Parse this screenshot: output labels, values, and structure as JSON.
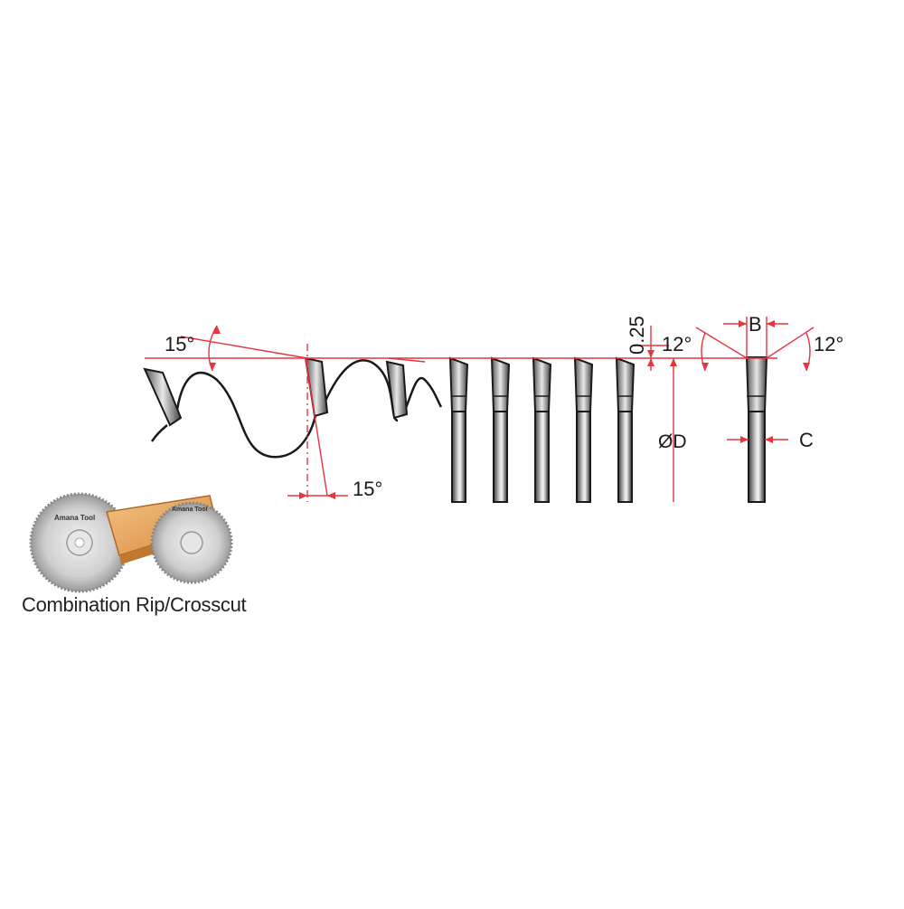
{
  "labels": {
    "hook_angle_top": "15°",
    "hook_angle_bottom": "15°",
    "tooth_offset": "0.25",
    "bevel_left": "12°",
    "bevel_right": "12°",
    "kerf": "B",
    "plate": "C",
    "diameter": "ØD"
  },
  "thumbnail": {
    "brand_left": "Amana Tool",
    "brand_right": "Amana Tool"
  },
  "caption": "Combination Rip/Crosscut",
  "colors": {
    "dimension": "#e8343f",
    "outline": "#1a1a1a",
    "wood": "#e9a85a"
  }
}
